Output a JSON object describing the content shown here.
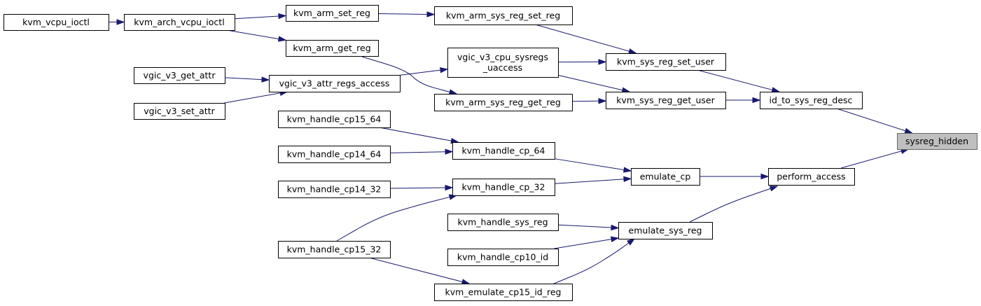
{
  "colors": {
    "edge": "#191970",
    "node_fill": "#ffffff",
    "node_border": "#000000",
    "target_fill": "#bfbfbf",
    "target_border": "#666666"
  },
  "nodes": {
    "kvm_vcpu_ioctl": "kvm_vcpu_ioctl",
    "kvm_arch_vcpu_ioctl": "kvm_arch_vcpu_ioctl",
    "kvm_arm_set_reg": "kvm_arm_set_reg",
    "kvm_arm_get_reg": "kvm_arm_get_reg",
    "kvm_arm_sys_reg_set_reg": "kvm_arm_sys_reg_set_reg",
    "vgic_v3_cpu_sysregs_uaccess": [
      "vgic_v3_cpu_sysregs",
      "_uaccess"
    ],
    "vgic_v3_get_attr": "vgic_v3_get_attr",
    "vgic_v3_set_attr": "vgic_v3_set_attr",
    "vgic_v3_attr_regs_access": "vgic_v3_attr_regs_access",
    "kvm_arm_sys_reg_get_reg": "kvm_arm_sys_reg_get_reg",
    "kvm_sys_reg_set_user": "kvm_sys_reg_set_user",
    "kvm_sys_reg_get_user": "kvm_sys_reg_get_user",
    "id_to_sys_reg_desc": "id_to_sys_reg_desc",
    "sysreg_hidden": "sysreg_hidden",
    "kvm_handle_cp15_64": "kvm_handle_cp15_64",
    "kvm_handle_cp14_64": "kvm_handle_cp14_64",
    "kvm_handle_cp_64": "kvm_handle_cp_64",
    "kvm_handle_cp14_32": "kvm_handle_cp14_32",
    "kvm_handle_cp_32": "kvm_handle_cp_32",
    "emulate_cp": "emulate_cp",
    "perform_access": "perform_access",
    "kvm_handle_sys_reg": "kvm_handle_sys_reg",
    "kvm_handle_cp10_id": "kvm_handle_cp10_id",
    "emulate_sys_reg": "emulate_sys_reg",
    "kvm_handle_cp15_32": "kvm_handle_cp15_32",
    "kvm_emulate_cp15_id_reg": "kvm_emulate_cp15_id_reg"
  },
  "edges": [
    [
      "kvm_vcpu_ioctl",
      "kvm_arch_vcpu_ioctl"
    ],
    [
      "kvm_arch_vcpu_ioctl",
      "kvm_arm_set_reg"
    ],
    [
      "kvm_arch_vcpu_ioctl",
      "kvm_arm_get_reg"
    ],
    [
      "kvm_arm_set_reg",
      "kvm_arm_sys_reg_set_reg"
    ],
    [
      "kvm_arm_sys_reg_set_reg",
      "kvm_sys_reg_set_user"
    ],
    [
      "kvm_arm_get_reg",
      "kvm_arm_sys_reg_get_reg"
    ],
    [
      "vgic_v3_get_attr",
      "vgic_v3_attr_regs_access"
    ],
    [
      "vgic_v3_set_attr",
      "vgic_v3_attr_regs_access"
    ],
    [
      "vgic_v3_attr_regs_access",
      "vgic_v3_cpu_sysregs_uaccess"
    ],
    [
      "vgic_v3_cpu_sysregs_uaccess",
      "kvm_sys_reg_set_user"
    ],
    [
      "vgic_v3_cpu_sysregs_uaccess",
      "kvm_sys_reg_get_user"
    ],
    [
      "kvm_arm_sys_reg_get_reg",
      "kvm_sys_reg_get_user"
    ],
    [
      "kvm_sys_reg_set_user",
      "id_to_sys_reg_desc"
    ],
    [
      "kvm_sys_reg_get_user",
      "id_to_sys_reg_desc"
    ],
    [
      "id_to_sys_reg_desc",
      "sysreg_hidden"
    ],
    [
      "kvm_handle_cp15_64",
      "kvm_handle_cp_64"
    ],
    [
      "kvm_handle_cp14_64",
      "kvm_handle_cp_64"
    ],
    [
      "kvm_handle_cp14_32",
      "kvm_handle_cp_32"
    ],
    [
      "kvm_handle_cp15_32",
      "kvm_handle_cp_32"
    ],
    [
      "kvm_handle_cp_64",
      "emulate_cp"
    ],
    [
      "kvm_handle_cp_32",
      "emulate_cp"
    ],
    [
      "emulate_cp",
      "perform_access"
    ],
    [
      "perform_access",
      "sysreg_hidden"
    ],
    [
      "kvm_handle_sys_reg",
      "emulate_sys_reg"
    ],
    [
      "kvm_handle_cp10_id",
      "emulate_sys_reg"
    ],
    [
      "kvm_emulate_cp15_id_reg",
      "emulate_sys_reg"
    ],
    [
      "kvm_handle_cp15_32",
      "kvm_emulate_cp15_id_reg"
    ],
    [
      "emulate_sys_reg",
      "perform_access"
    ]
  ]
}
